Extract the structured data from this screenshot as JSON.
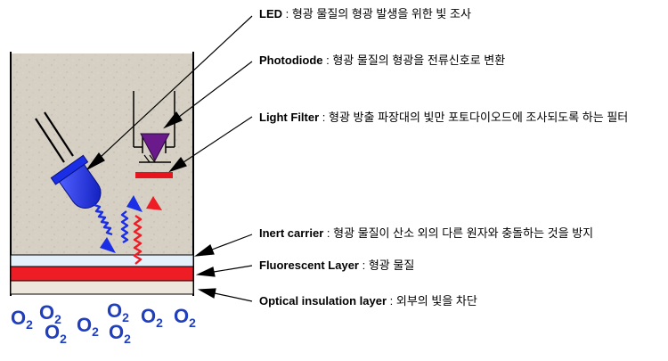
{
  "labels": [
    {
      "term": "LED",
      "sep": " : ",
      "desc": "형광 물질의 형광 발생을 위한 빛 조사"
    },
    {
      "term": "Photodiode",
      "sep": " : ",
      "desc": "형광 물질의 형광을 전류신호로 변환"
    },
    {
      "term": "Light Filter",
      "sep": " : ",
      "desc": "형광 방출 파장대의 빛만 포토다이오드에 조사되도록 하는 필터"
    },
    {
      "term": "Inert carrier",
      "sep": " : ",
      "desc": "형광 물질이 산소 외의 다른 원자와 충돌하는 것을 방지"
    },
    {
      "term": "Fluorescent Layer",
      "sep": " : ",
      "desc": "형광 물질"
    },
    {
      "term": "Optical insulation layer",
      "sep": " : ",
      "desc": "외부의 빛을 차단"
    }
  ],
  "oxygen": {
    "base": "O",
    "sub": "2"
  },
  "colors": {
    "sand": "#d6d0c4",
    "led_blue": "#1a2ee6",
    "filter_red": "#e8141e",
    "photodiode_purple": "#6a1a8a",
    "inert_light_blue": "#e4f0fa",
    "fluorescent_red": "#ee1c24",
    "o2_blue": "#1f3fbf"
  }
}
